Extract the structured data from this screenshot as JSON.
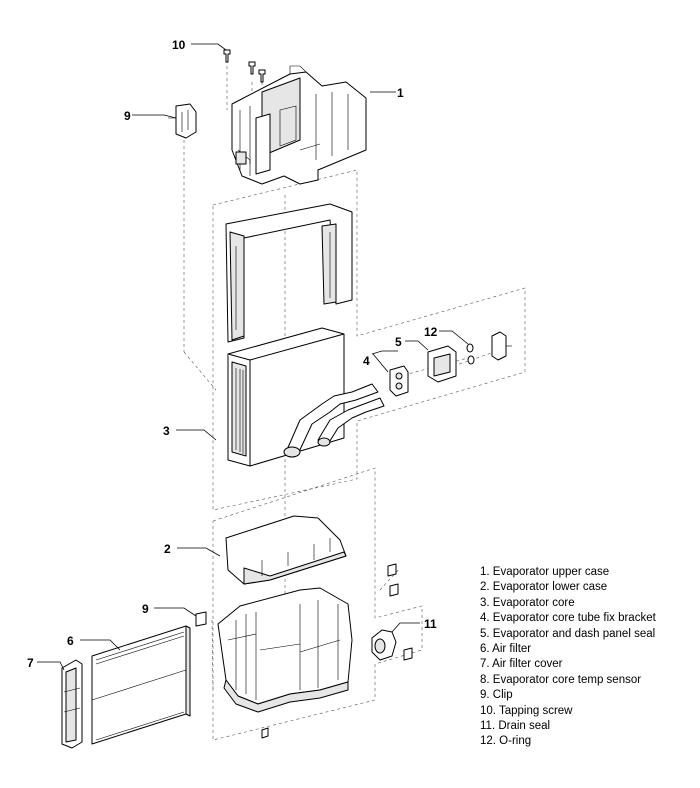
{
  "callouts": {
    "c1": "1",
    "c2": "2",
    "c3": "3",
    "c4": "4",
    "c5": "5",
    "c6": "6",
    "c7": "7",
    "c9a": "9",
    "c9b": "9",
    "c10": "10",
    "c11": "11",
    "c12": "12"
  },
  "legend": [
    "1.  Evaporator upper case",
    "2.  Evaporator lower case",
    "3.  Evaporator core",
    "4.  Evaporator core tube fix bracket",
    "5.  Evaporator and dash panel seal",
    "6.  Air filter",
    "7.  Air filter cover",
    "8.  Evaporator core temp sensor",
    "9.  Clip",
    "10. Tapping screw",
    "11. Drain seal",
    "12. O-ring"
  ]
}
